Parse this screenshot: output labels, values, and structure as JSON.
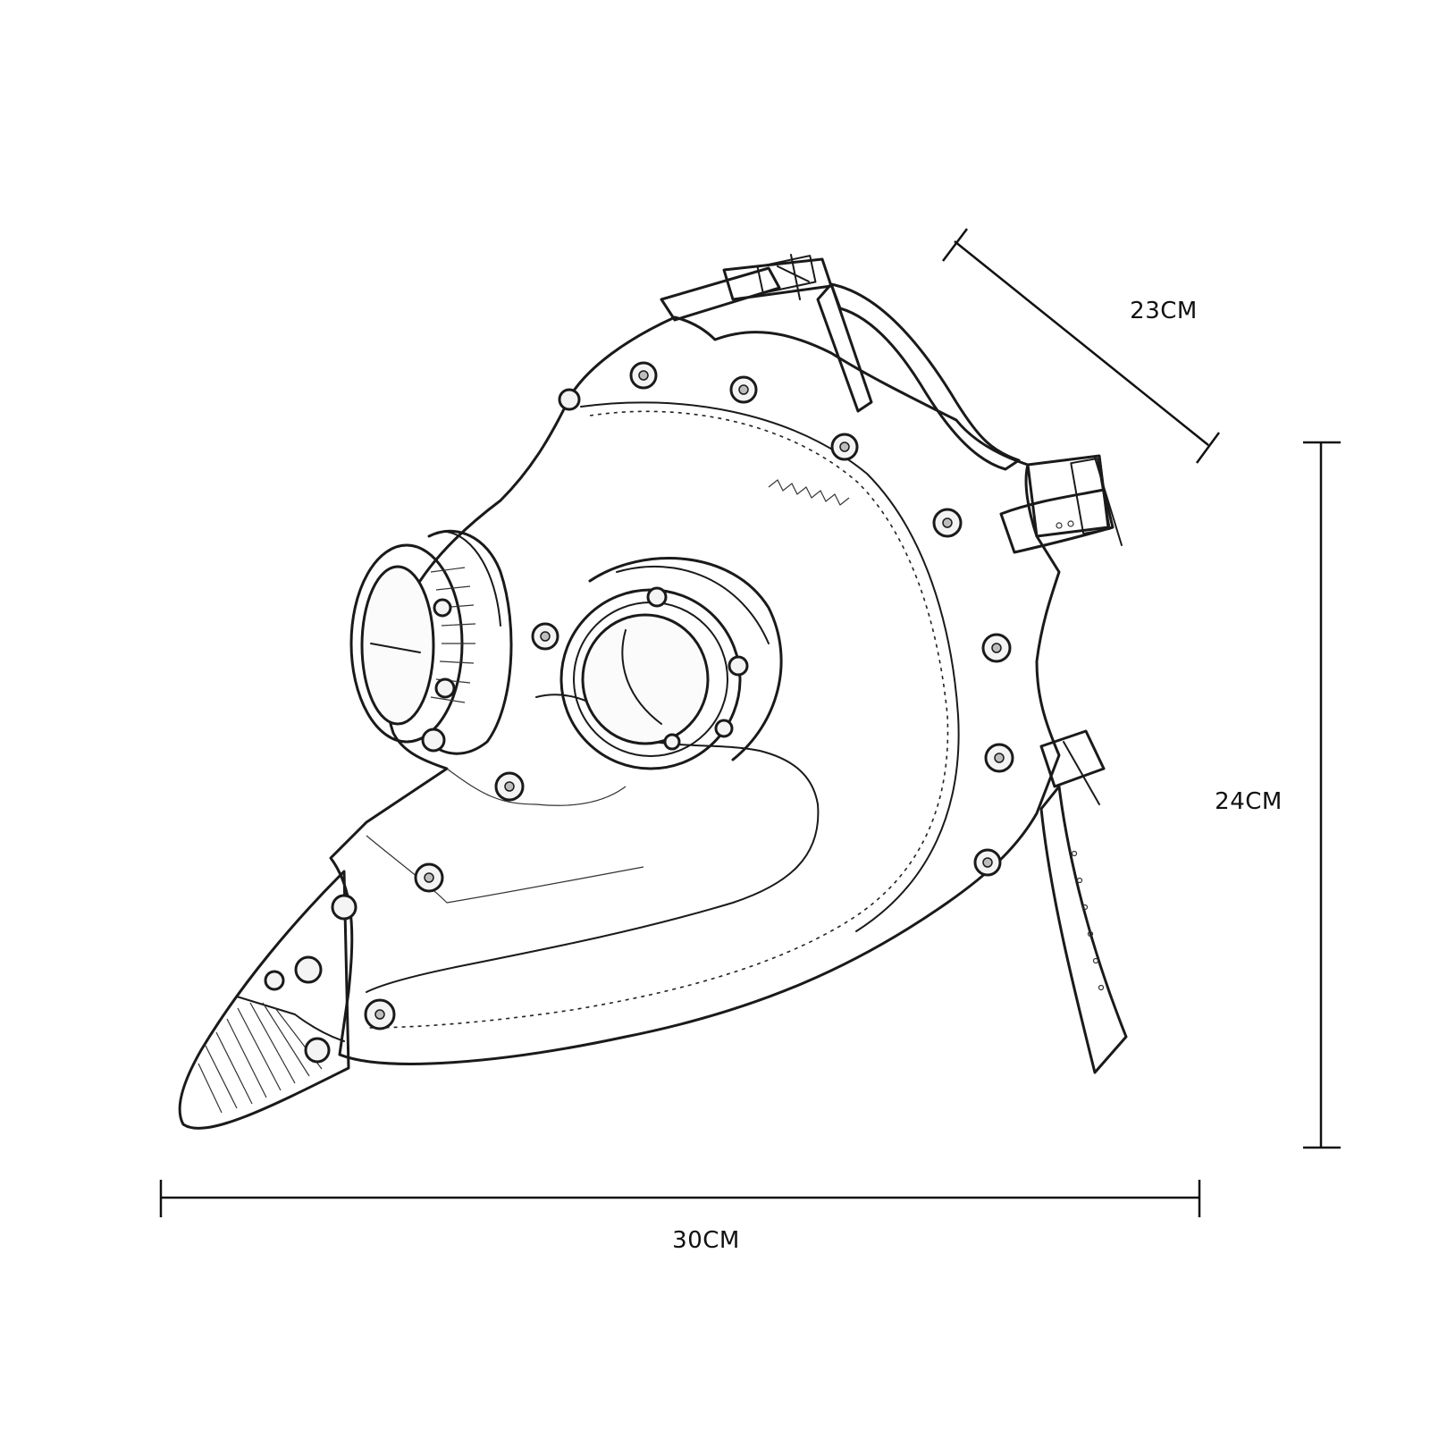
{
  "dimensions": {
    "length": "30CM",
    "height": "24CM",
    "strap": "23CM"
  },
  "colors": {
    "ink": "#1a1a1a",
    "background": "#ffffff"
  }
}
